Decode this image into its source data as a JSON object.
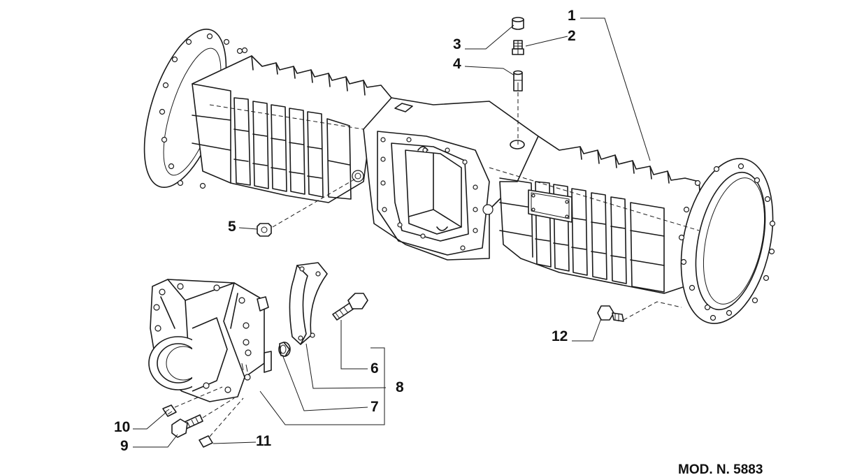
{
  "callouts": {
    "c1": "1",
    "c2": "2",
    "c3": "3",
    "c4": "4",
    "c5": "5",
    "c6": "6",
    "c7": "7",
    "c8": "8",
    "c9": "9",
    "c10": "10",
    "c11": "11",
    "c12": "12"
  },
  "reference": "MOD. N. 5883"
}
